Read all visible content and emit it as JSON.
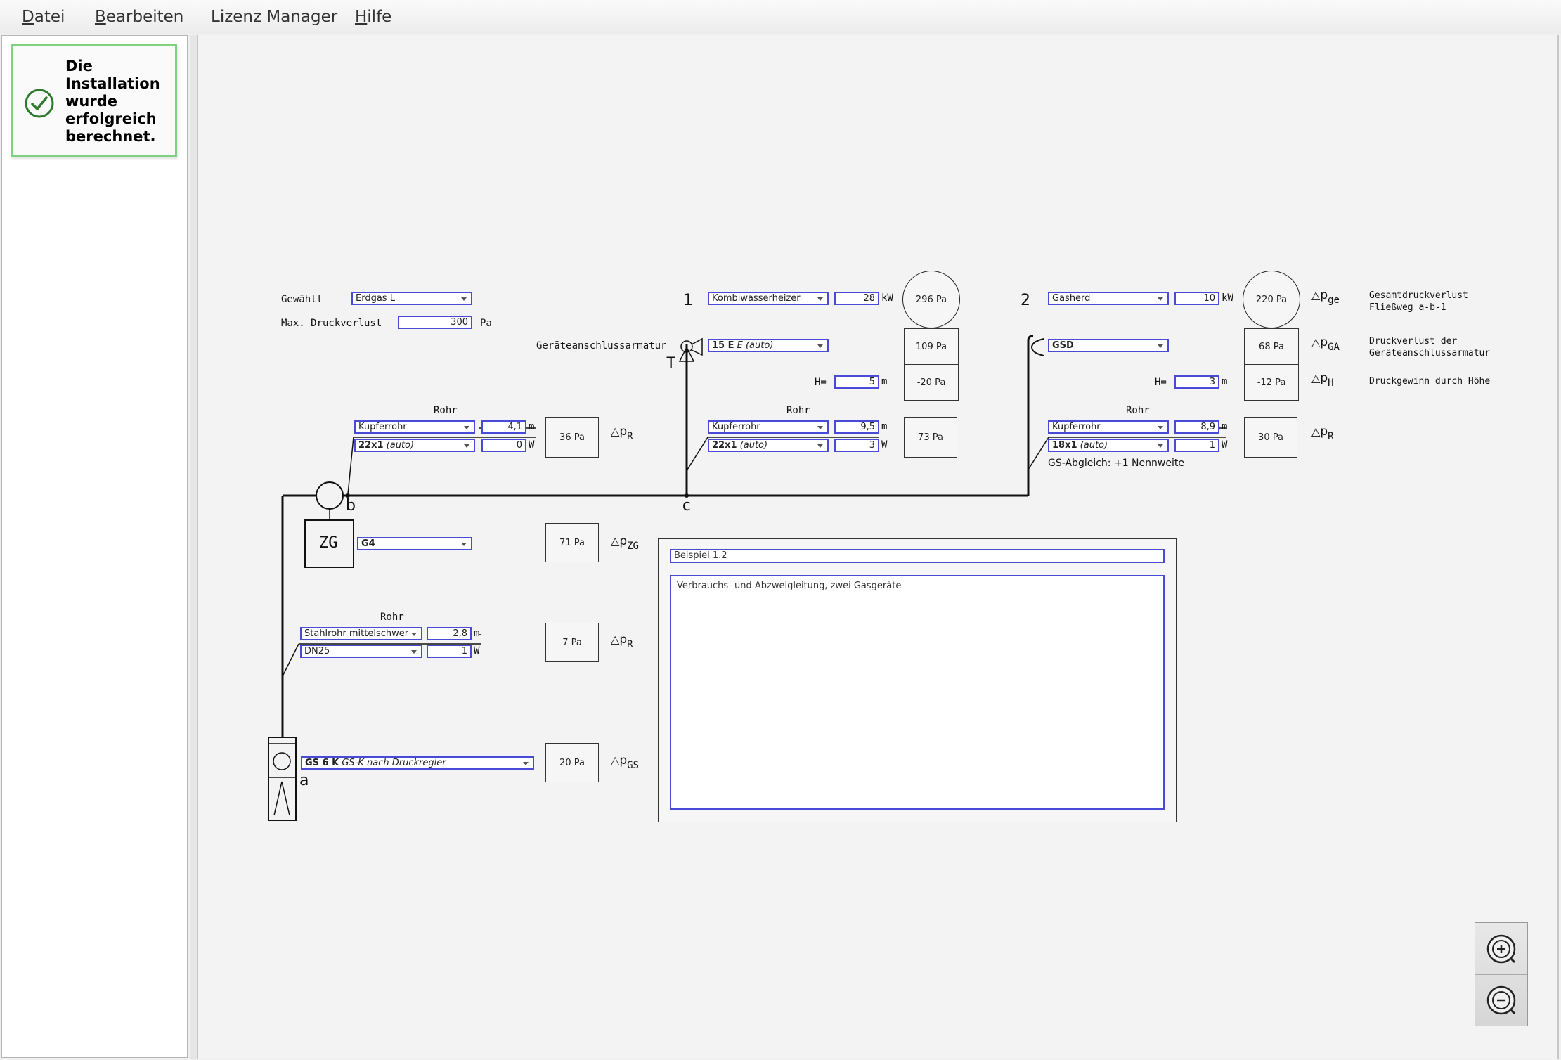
{
  "menu": {
    "items": [
      {
        "mnemonic": "D",
        "rest": "atei"
      },
      {
        "mnemonic": "B",
        "rest": "earbeiten"
      },
      {
        "mnemonic": "",
        "rest": "Lizenz Manager"
      },
      {
        "mnemonic": "H",
        "rest": "ilfe"
      }
    ]
  },
  "notice": {
    "text": "Die Installation wurde erfolgreich berechnet.",
    "icon": "check-circle-icon",
    "color": "#7fd07f"
  },
  "gas": {
    "gewaehlt_label": "Gewählt",
    "gewaehlt_value": "Erdgas L",
    "max_label": "Max. Druckverlust",
    "max_value": "300",
    "max_unit": "Pa"
  },
  "devices": [
    {
      "number": "1",
      "type": "Kombiwasserheizer",
      "power": "28",
      "power_unit": "kW",
      "total": "296 Pa",
      "armatur_label": "Geräteanschlussarmatur",
      "armatur_bold": "15 E",
      "armatur_rest": "E (auto)",
      "armatur_loss": "109 Pa",
      "h_label": "H=",
      "h_value": "5",
      "h_unit": "m",
      "h_gain": "-20 Pa",
      "pipe_label": "Rohr",
      "pipe_material": "Kupferrohr",
      "pipe_length": "9,5",
      "pipe_len_unit": "m",
      "pipe_size_bold": "22x1",
      "pipe_size_rest": "(auto)",
      "pipe_w": "3",
      "pipe_w_unit": "W",
      "pipe_loss": "73 Pa",
      "node": "c"
    },
    {
      "number": "2",
      "type": "Gasherd",
      "power": "10",
      "power_unit": "kW",
      "total": "220 Pa",
      "armatur_bold": "GSD",
      "armatur_loss": "68 Pa",
      "h_label": "H=",
      "h_value": "3",
      "h_unit": "m",
      "h_gain": "-12 Pa",
      "pipe_label": "Rohr",
      "pipe_material": "Kupferrohr",
      "pipe_length": "8,9",
      "pipe_len_unit": "m",
      "pipe_size_bold": "18x1",
      "pipe_size_rest": "(auto)",
      "pipe_w": "1",
      "pipe_w_unit": "W",
      "pipe_loss": "30 Pa",
      "gs_note": "GS-Abgleich: +1 Nennweite"
    }
  ],
  "pipe_b": {
    "label": "Rohr",
    "material": "Kupferrohr",
    "length": "4,1",
    "len_unit": "m",
    "size_bold": "22x1",
    "size_rest": "(auto)",
    "w": "0",
    "w_unit": "W",
    "loss": "36 Pa",
    "node": "b"
  },
  "zg": {
    "label": "ZG",
    "value": "G4",
    "loss": "71 Pa"
  },
  "pipe_a": {
    "label": "Rohr",
    "material": "Stahlrohr mittelschwer",
    "length": "2,8",
    "len_unit": "m",
    "size": "DN25",
    "w": "1",
    "w_unit": "W",
    "loss": "7 Pa"
  },
  "gs": {
    "bold": "GS 6 K",
    "rest": "GS-K nach Druckregler",
    "loss": "20 Pa",
    "node": "a"
  },
  "legend": {
    "dp": "p",
    "ge_sub": "ge",
    "ge_text1": "Gesamtdruckverlust",
    "ge_text2": "Fließweg a-b-1",
    "ga_sub": "GA",
    "ga_text1": "Druckverlust der",
    "ga_text2": "Geräteanschlussarmatur",
    "h_sub": "H",
    "h_text": "Druckgewinn durch Höhe",
    "r_sub": "R",
    "zg_sub": "ZG",
    "gs_sub": "GS"
  },
  "t_symbol": "T",
  "info": {
    "title": "Beispiel 1.2",
    "description": "Verbrauchs- und Abzweigleitung, zwei Gasgeräte"
  },
  "zoom": {
    "in_icon": "zoom-in-icon",
    "out_icon": "zoom-out-icon"
  }
}
